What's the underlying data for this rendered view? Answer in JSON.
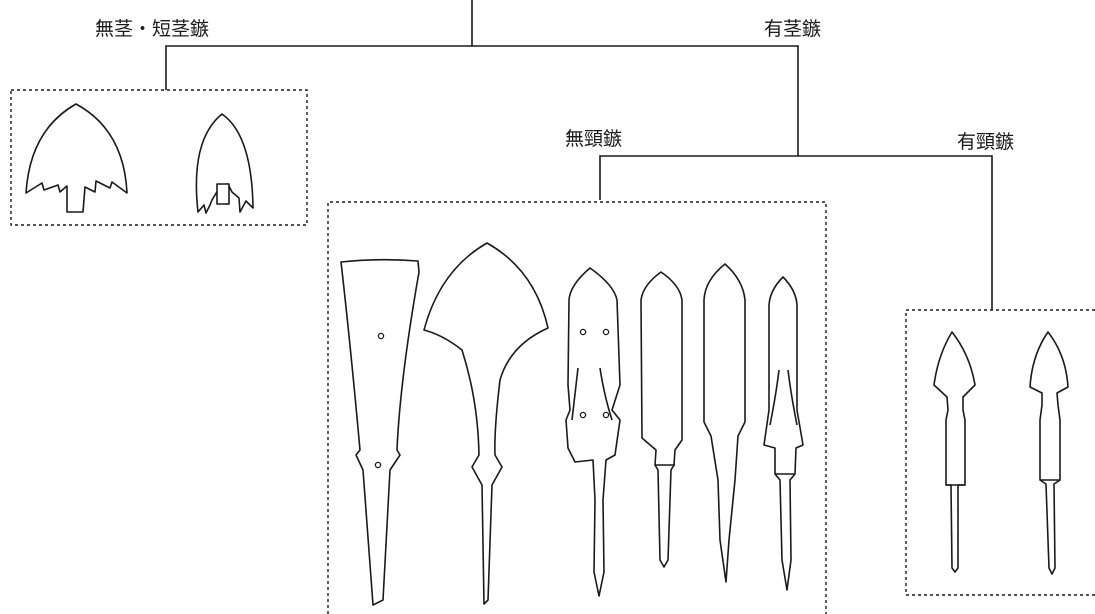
{
  "labels": {
    "mukei": "無茎・短茎鏃",
    "yukei": "有茎鏃",
    "mutou": "無頸鏃",
    "yutou": "有頸鏃"
  },
  "colors": {
    "line": "#1a1a1a",
    "background": "#ffffff"
  }
}
